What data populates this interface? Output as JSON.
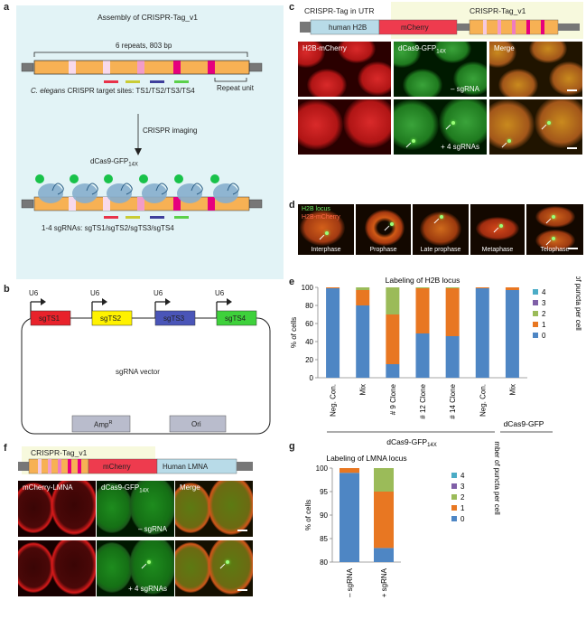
{
  "panel_labels": {
    "a": "a",
    "b": "b",
    "c": "c",
    "d": "d",
    "e": "e",
    "f": "f",
    "g": "g"
  },
  "panel_a": {
    "title": "Assembly of CRISPR-Tag_v1",
    "repeats": "6 repeats, 803 bp",
    "repeat_unit": "Repeat unit",
    "target_sites_species": "C. elegans",
    "target_sites_rest": " CRISPR target sites: TS1/TS2/TS3/TS4",
    "imaging": "CRISPR imaging",
    "dcas9_base": "dCas9-GFP",
    "dcas9_sub": "14X",
    "sgrnas": "1-4 sgRNAs: sgTS1/sgTS2/sgTS3/sgTS4",
    "colors": {
      "bg": "#e2f3f6",
      "block": "#f7b154",
      "site": "#e6007e",
      "ts1": "#e8334a",
      "ts2": "#c9cc35",
      "ts3": "#3f3f9c",
      "ts4": "#5bd04a",
      "protein": "#86aecd",
      "gfp": "#19c24a"
    }
  },
  "panel_b": {
    "promoters": [
      "U6",
      "U6",
      "U6",
      "U6"
    ],
    "sgrnas": [
      "sgTS1",
      "sgTS2",
      "sgTS3",
      "sgTS4"
    ],
    "vector": "sgRNA vector",
    "amp_base": "Amp",
    "amp_sup": "R",
    "ori": "Ori",
    "colors": [
      "#e8222b",
      "#fff200",
      "#4a55b8",
      "#3ed13b"
    ]
  },
  "panel_c": {
    "utr_label": "CRISPR-Tag in UTR",
    "tag_label": "CRISPR-Tag_v1",
    "h2b_label": "human H2B",
    "mcherry_label": "mCherry",
    "col1": "H2B-mCherry",
    "col2_base": "dCas9-GFP",
    "col2_sub": "14X",
    "col3": "Merge",
    "row1_cond": "– sgRNA",
    "row2_cond": "+ 4 sgRNAs"
  },
  "panel_d": {
    "legend1": "H2B locus",
    "legend2": "H2B-mCherry",
    "phases": [
      "Interphase",
      "Prophase",
      "Late prophase",
      "Metaphase",
      "Telophase"
    ]
  },
  "panel_e": {
    "chart_data": {
      "type": "bar",
      "stacked": true,
      "title": "Labeling of H2B locus",
      "ylabel": "% of cells",
      "ylim": [
        0,
        100
      ],
      "yticks": [
        0,
        20,
        40,
        60,
        80,
        100
      ],
      "categories": [
        "Neg. Con.",
        "Mix",
        "# 9 Clone",
        "# 12 Clone",
        "# 14 Clone",
        "Neg. Con.",
        "Mix"
      ],
      "series": [
        {
          "name": "0",
          "color": "#4e86c4",
          "values": [
            99,
            80,
            15,
            49,
            46,
            99,
            97
          ]
        },
        {
          "name": "1",
          "color": "#e87722",
          "values": [
            1,
            17,
            55,
            50,
            53,
            1,
            3
          ]
        },
        {
          "name": "2",
          "color": "#9bbb59",
          "values": [
            0,
            3,
            30,
            1,
            1,
            0,
            0
          ]
        },
        {
          "name": "3",
          "color": "#7f5fa7",
          "values": [
            0,
            0,
            0,
            0,
            0,
            0,
            0
          ]
        },
        {
          "name": "4",
          "color": "#4bacc6",
          "values": [
            0,
            0,
            0,
            0,
            0,
            0,
            0
          ]
        }
      ],
      "legend_title": "Number of puncta per cell",
      "legend_placement": "right",
      "groups": [
        {
          "label_base": "dCas9-GFP",
          "label_sub": "14X"
        },
        {
          "label_base": "dCas9-GFP",
          "label_sub": ""
        }
      ]
    }
  },
  "panel_f": {
    "tag_label": "CRISPR-Tag_v1",
    "mcherry_label": "mCherry",
    "lmna_label": "Human LMNA",
    "col1": "mCherry-LMNA",
    "col2_base": "dCas9-GFP",
    "col2_sub": "14X",
    "col3": "Merge",
    "row1_cond": "– sgRNA",
    "row2_cond": "+ 4 sgRNAs"
  },
  "panel_g": {
    "chart_data": {
      "type": "bar",
      "stacked": true,
      "title": "Labeling of LMNA locus",
      "ylabel": "% of cells",
      "ylim": [
        80,
        100
      ],
      "yticks": [
        80,
        85,
        90,
        95,
        100
      ],
      "categories": [
        "– sgRNA",
        "+ sgRNA"
      ],
      "series": [
        {
          "name": "0",
          "color": "#4e86c4",
          "values": [
            99,
            83
          ]
        },
        {
          "name": "1",
          "color": "#e87722",
          "values": [
            1,
            12
          ]
        },
        {
          "name": "2",
          "color": "#9bbb59",
          "values": [
            0,
            5
          ]
        },
        {
          "name": "3",
          "color": "#7f5fa7",
          "values": [
            0,
            0
          ]
        },
        {
          "name": "4",
          "color": "#4bacc6",
          "values": [
            0,
            0
          ]
        }
      ],
      "legend_title": "Number of puncta per cell",
      "legend_placement": "right"
    }
  }
}
